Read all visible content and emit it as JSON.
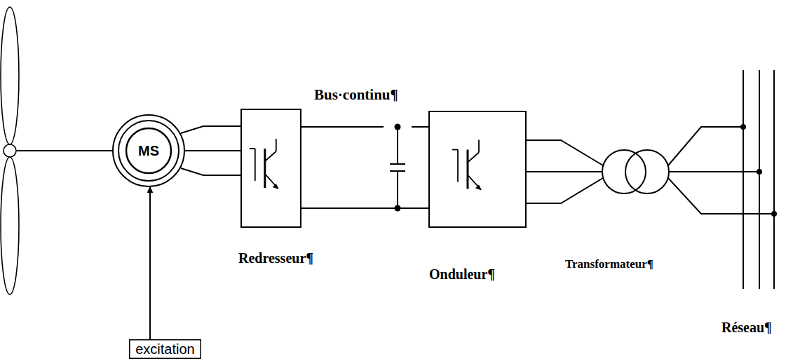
{
  "diagram": {
    "nodes": [
      {
        "text": [
          "MS"
        ]
      },
      {
        "text": [
          "excitation"
        ]
      },
      {
        "text": [
          "Redresseur¶"
        ]
      },
      {
        "text": [
          "Bus·continu¶"
        ]
      },
      {
        "text": [
          "Onduleur¶"
        ]
      },
      {
        "text": [
          "Transformateur¶"
        ]
      },
      {
        "text": [
          "Réseau¶"
        ]
      }
    ],
    "edges": [
      {
        "from": 1,
        "to": 0,
        "arrow": "to"
      },
      {
        "from": 0,
        "to": 2,
        "arrow": "none"
      },
      {
        "from": 2,
        "to": 3,
        "arrow": "none"
      },
      {
        "from": 3,
        "to": 4,
        "arrow": "none"
      },
      {
        "from": 4,
        "to": 5,
        "arrow": "none"
      },
      {
        "from": 5,
        "to": 6,
        "arrow": "none"
      }
    ]
  }
}
